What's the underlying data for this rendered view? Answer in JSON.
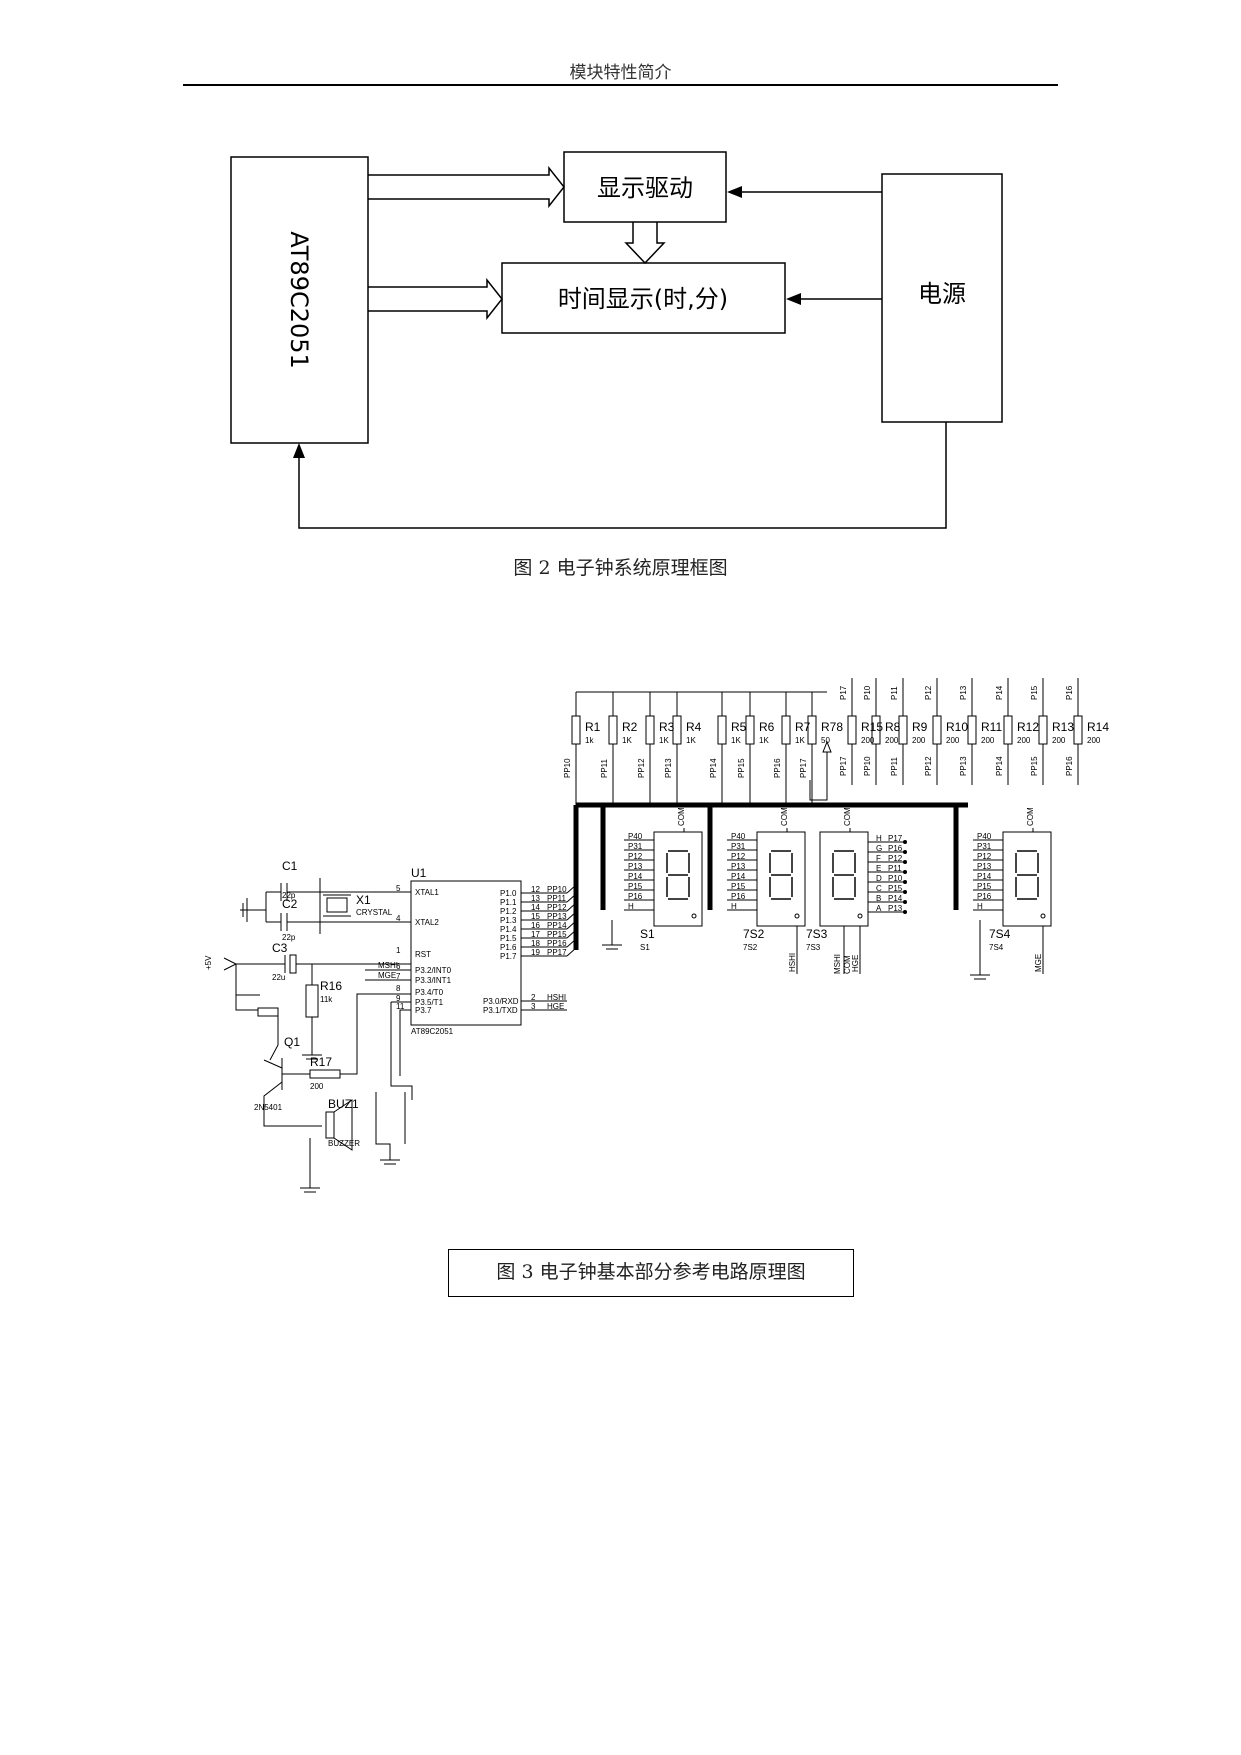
{
  "header": {
    "title": "模块特性简介"
  },
  "block_diagram": {
    "mcu_label": "AT89C2051",
    "display_driver_label": "显示驱动",
    "time_display_label": "时间显示(时,分)",
    "power_label": "电源",
    "caption": "图 2   电子钟系统原理框图"
  },
  "circuit": {
    "caption": "图 3 电子钟基本部分参考电路原理图",
    "mcu": {
      "ref": "U1",
      "part": "AT89C2051",
      "left_pins": [
        {
          "num": "5",
          "name": "XTAL1"
        },
        {
          "num": "4",
          "name": "XTAL2"
        },
        {
          "num": "1",
          "name": "RST"
        },
        {
          "num": "6",
          "name": "P3.2/INT0"
        },
        {
          "num": "7",
          "name": "P3.3/INT1"
        },
        {
          "num": "8",
          "name": "P3.4/T0"
        },
        {
          "num": "9",
          "name": "P3.5/T1"
        },
        {
          "num": "11",
          "name": "P3.7"
        }
      ],
      "right_pins": [
        {
          "num": "12",
          "name": "P1.0",
          "net": "PP10"
        },
        {
          "num": "13",
          "name": "P1.1",
          "net": "PP11"
        },
        {
          "num": "14",
          "name": "P1.2",
          "net": "PP12"
        },
        {
          "num": "15",
          "name": "P1.3",
          "net": "PP13"
        },
        {
          "num": "16",
          "name": "P1.4",
          "net": "PP14"
        },
        {
          "num": "17",
          "name": "P1.5",
          "net": "PP15"
        },
        {
          "num": "18",
          "name": "P1.6",
          "net": "PP16"
        },
        {
          "num": "19",
          "name": "P1.7",
          "net": "PP17"
        }
      ],
      "serial_pins": [
        {
          "num": "2",
          "name": "P3.0/RXD",
          "net": "HSHI"
        },
        {
          "num": "3",
          "name": "P3.1/TXD",
          "net": "HGE"
        }
      ],
      "left_nets": [
        "MSHI",
        "MGE"
      ]
    },
    "resistors_left": [
      {
        "ref": "R1",
        "val": "1k",
        "net": "PP10"
      },
      {
        "ref": "R2",
        "val": "1K",
        "net": "PP11"
      },
      {
        "ref": "R3",
        "val": "1K",
        "net": "PP12"
      },
      {
        "ref": "R4",
        "val": "1K",
        "net": "PP13"
      },
      {
        "ref": "R5",
        "val": "1K",
        "net": "PP14"
      },
      {
        "ref": "R6",
        "val": "1K",
        "net": "PP15"
      },
      {
        "ref": "R7",
        "val": "1K",
        "net": "PP16"
      },
      {
        "ref": "R78",
        "val": "50",
        "net": "PP17"
      }
    ],
    "resistors_right": [
      {
        "ref": "R15",
        "val": "200",
        "top": "P17",
        "bot": "PP17"
      },
      {
        "ref": "R8",
        "val": "200",
        "top": "P10",
        "bot": "PP10"
      },
      {
        "ref": "R9",
        "val": "200",
        "top": "P11",
        "bot": "PP11"
      },
      {
        "ref": "R10",
        "val": "200",
        "top": "P12",
        "bot": "PP12"
      },
      {
        "ref": "R11",
        "val": "200",
        "top": "P13",
        "bot": "PP13"
      },
      {
        "ref": "R12",
        "val": "200",
        "top": "P14",
        "bot": "PP14"
      },
      {
        "ref": "R13",
        "val": "200",
        "top": "P15",
        "bot": "PP15"
      },
      {
        "ref": "R14",
        "val": "200",
        "top": "P16",
        "bot": "PP16"
      }
    ],
    "displays": [
      {
        "ref": "S1",
        "sub": "S1",
        "net": "",
        "com": "COM"
      },
      {
        "ref": "7S2",
        "sub": "7S2",
        "net": "HSHI",
        "com": "COM"
      },
      {
        "ref": "7S3",
        "sub": "7S3",
        "net": "HGE",
        "com": "COM"
      },
      {
        "ref": "7S4",
        "sub": "7S4",
        "net": "MGE",
        "com": "COM"
      }
    ],
    "seg_inputs": [
      "P40",
      "P31",
      "P12",
      "P13",
      "P14",
      "P15",
      "P16",
      "H"
    ],
    "seg_letters": [
      "H",
      "G",
      "F",
      "E",
      "D",
      "C",
      "B",
      "A"
    ],
    "seg_nets_7s3": [
      "P17",
      "P16",
      "P12",
      "P11",
      "P10",
      "P15",
      "P14",
      "P13"
    ],
    "mshi_label": "MSHI",
    "com_label": "COM",
    "parts": {
      "c1": "C1",
      "c1_val": "22p",
      "c2": "C2",
      "c2_val": "22p",
      "x1": "X1",
      "x1_val": "CRYSTAL",
      "c3": "C3",
      "c3_val": "22u",
      "r16": "R16",
      "r16_val": "11k",
      "r17": "R17",
      "r17_val": "200",
      "q1": "Q1",
      "q1_val": "2N5401",
      "buz": "BUZ1",
      "buz_val": "BUZZER",
      "vcc": "+5V"
    }
  }
}
